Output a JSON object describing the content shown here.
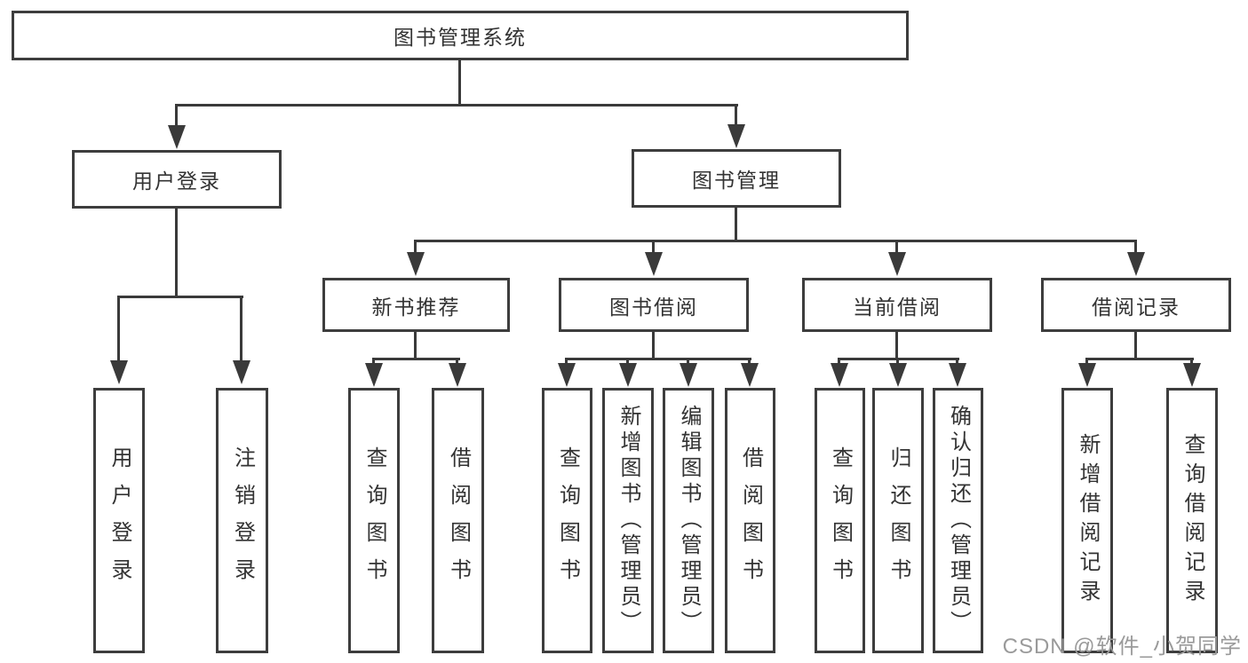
{
  "tree": {
    "label": "图书管理系统",
    "children": [
      {
        "label": "用户登录",
        "children": [
          {
            "label": "用户登录"
          },
          {
            "label": "注销登录"
          }
        ]
      },
      {
        "label": "图书管理",
        "children": [
          {
            "label": "新书推荐",
            "children": [
              {
                "label": "查询图书"
              },
              {
                "label": "借阅图书"
              }
            ]
          },
          {
            "label": "图书借阅",
            "children": [
              {
                "label": "查询图书"
              },
              {
                "label": "新增图书（管理员）"
              },
              {
                "label": "编辑图书（管理员）"
              },
              {
                "label": "借阅图书"
              }
            ]
          },
          {
            "label": "当前借阅",
            "children": [
              {
                "label": "查询图书"
              },
              {
                "label": "归还图书"
              },
              {
                "label": "确认归还（管理员）"
              }
            ]
          },
          {
            "label": "借阅记录",
            "children": [
              {
                "label": "新增借阅记录"
              },
              {
                "label": "查询借阅记录"
              }
            ]
          }
        ]
      }
    ]
  },
  "watermark": {
    "text": "CSDN @软件_小贺同学"
  },
  "colors": {
    "line": "#3a3a3a",
    "border": "#3d3d3d",
    "text": "#333333",
    "background": "#ffffff",
    "watermark": "#9a9a9a"
  }
}
